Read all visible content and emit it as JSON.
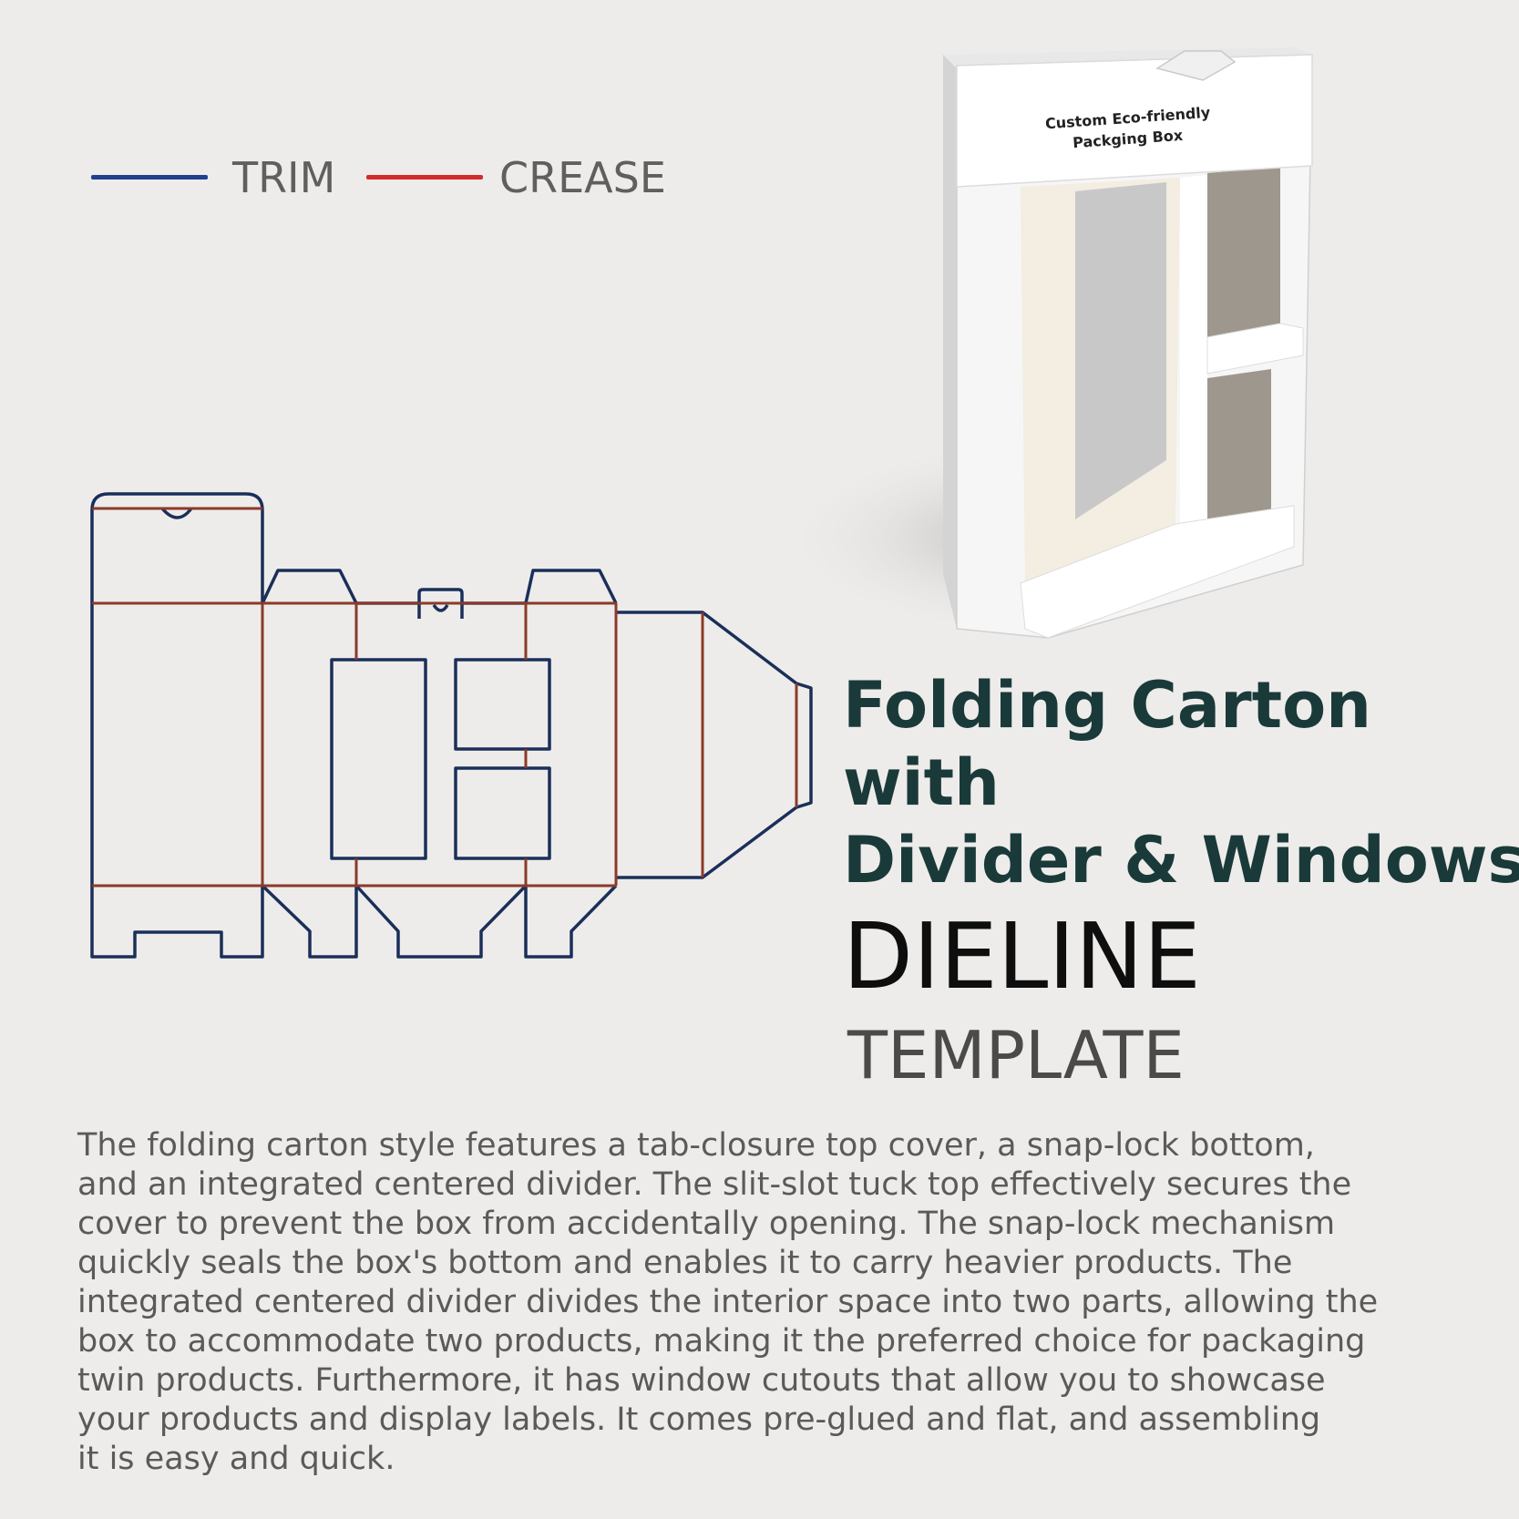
{
  "legend": {
    "trim_label": "TRIM",
    "crease_label": "CREASE",
    "trim_color": "#1f3f8f",
    "crease_color": "#d42a2a"
  },
  "dieline_colors": {
    "trim": "#1a2f5a",
    "crease": "#8b3a2a"
  },
  "box": {
    "label_line1": "Custom Eco-friendly",
    "label_line2": "Packging Box"
  },
  "title": {
    "line1": "Folding Carton",
    "line2": "with",
    "line3": "Divider & Windows"
  },
  "subtitle": {
    "dieline": "DIELINE",
    "template": "TEMPLATE"
  },
  "description": {
    "lines": [
      "The folding carton style features a tab-closure top cover, a snap-lock bottom,",
      "and an integrated centered divider. The slit-slot tuck top effectively secures the",
      "cover to prevent the box from accidentally opening. The snap-lock mechanism",
      "quickly seals the box's bottom and enables it to carry heavier products. The",
      "integrated centered divider divides the interior space into two parts, allowing the",
      "box to accommodate two products, making it the preferred choice for packaging",
      "twin products. Furthermore, it has window cutouts that allow you to showcase",
      "your products and display labels. It comes pre-glued and flat, and assembling",
      "it is easy and quick."
    ]
  }
}
